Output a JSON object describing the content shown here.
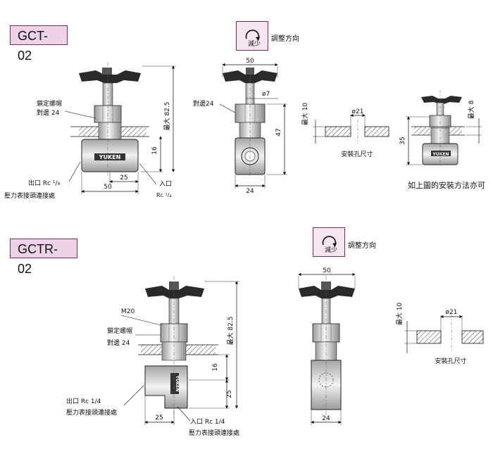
{
  "gct02": {
    "model": "GCT-02",
    "adjust": {
      "label": "減少",
      "direction": "調整方向"
    },
    "front": {
      "lock_nut": "鎖定螺帽",
      "across_flats": "對邊 24",
      "outlet": "出口 Rc ¹/₄",
      "gauge_connection": "壓力表接頭連接處",
      "inlet": "入口",
      "inlet_thread": "Rc ¹/₄",
      "dim_width": "50",
      "dim_half": "25",
      "dim_height": "16",
      "dim_max": "最大 82.5",
      "brand": "YUKEN"
    },
    "side": {
      "across_flats": "對邊24",
      "dim_top": "50",
      "dim_stem": "ø7",
      "dim_height": "47",
      "dim_width": "24"
    },
    "mount": {
      "max": "最大 10",
      "hole": "ø21",
      "caption": "安裝孔尺寸"
    },
    "alt": {
      "max": "最大 8",
      "dim_height": "35",
      "brand": "YUKEN",
      "caption": "如上圖的安裝方法亦可"
    }
  },
  "gctr02": {
    "model": "GCTR-02",
    "adjust": {
      "label": "減少",
      "direction": "調整方向"
    },
    "front": {
      "thread": "M20",
      "lock_nut": "鎖定螺帽",
      "across_flats": "對邊 24",
      "dim_max": "最大 82.5",
      "dim_16": "16",
      "dim_25v": "25",
      "dim_25h": "25",
      "outlet": "出口 Rc 1/4",
      "outlet_gauge": "壓力表接頭連接處",
      "inlet": "入口 Rc 1/4",
      "inlet_gauge": "壓力表接頭連接處",
      "brand": "YUKEN"
    },
    "side": {
      "dim_top": "50",
      "dim_width": "24"
    },
    "mount": {
      "max": "最大 10",
      "hole": "ø21",
      "caption": "安裝孔尺寸"
    }
  }
}
